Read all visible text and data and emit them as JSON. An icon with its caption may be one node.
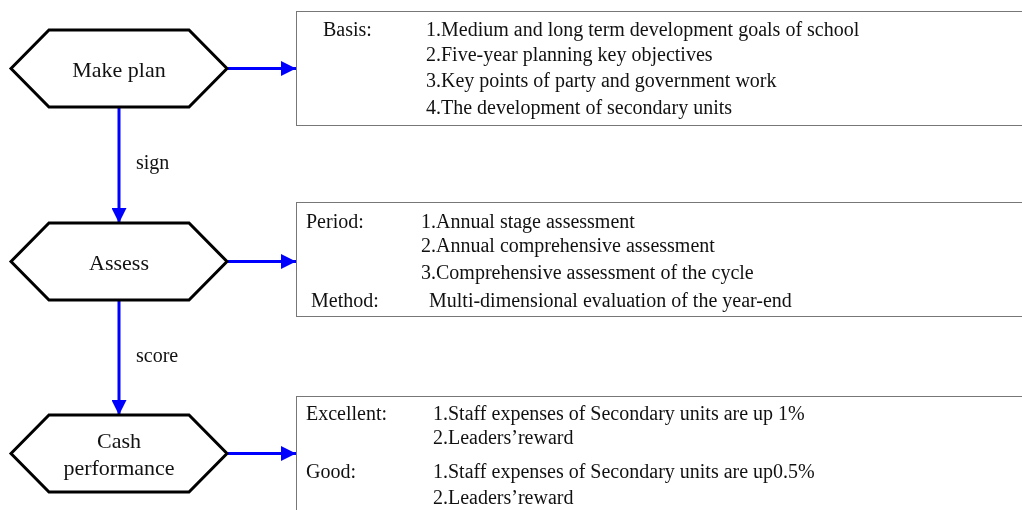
{
  "diagram": {
    "nodes": [
      {
        "text": [
          "Make plan"
        ]
      },
      {
        "text": [
          "Basis:",
          "1.Medium and long term development goals of school",
          "2.Five-year planning key objectives",
          "3.Key points of party and government work",
          "4.The development of secondary units"
        ]
      },
      {
        "text": [
          "Assess"
        ]
      },
      {
        "text": [
          "Period:",
          "1.Annual stage assessment",
          "2.Annual comprehensive assessment",
          "3.Comprehensive assessment of the cycle",
          "Method:",
          "Multi-dimensional evaluation of the year-end"
        ]
      },
      {
        "text": [
          "Cash performance"
        ]
      },
      {
        "text": [
          "Excellent:",
          "1.Staff expenses of Secondary units are up 1%",
          "2.Leaders’reward",
          "Good:",
          "1.Staff expenses of Secondary units are up0.5%",
          "2.Leaders’reward"
        ]
      }
    ],
    "edges": [
      {
        "from": 0,
        "to": 1,
        "arrow": "to"
      },
      {
        "from": 0,
        "to": 2,
        "arrow": "to",
        "label": "sign"
      },
      {
        "from": 2,
        "to": 3,
        "arrow": "to"
      },
      {
        "from": 2,
        "to": 4,
        "arrow": "to",
        "label": "score"
      },
      {
        "from": 4,
        "to": 5,
        "arrow": "to"
      }
    ]
  }
}
